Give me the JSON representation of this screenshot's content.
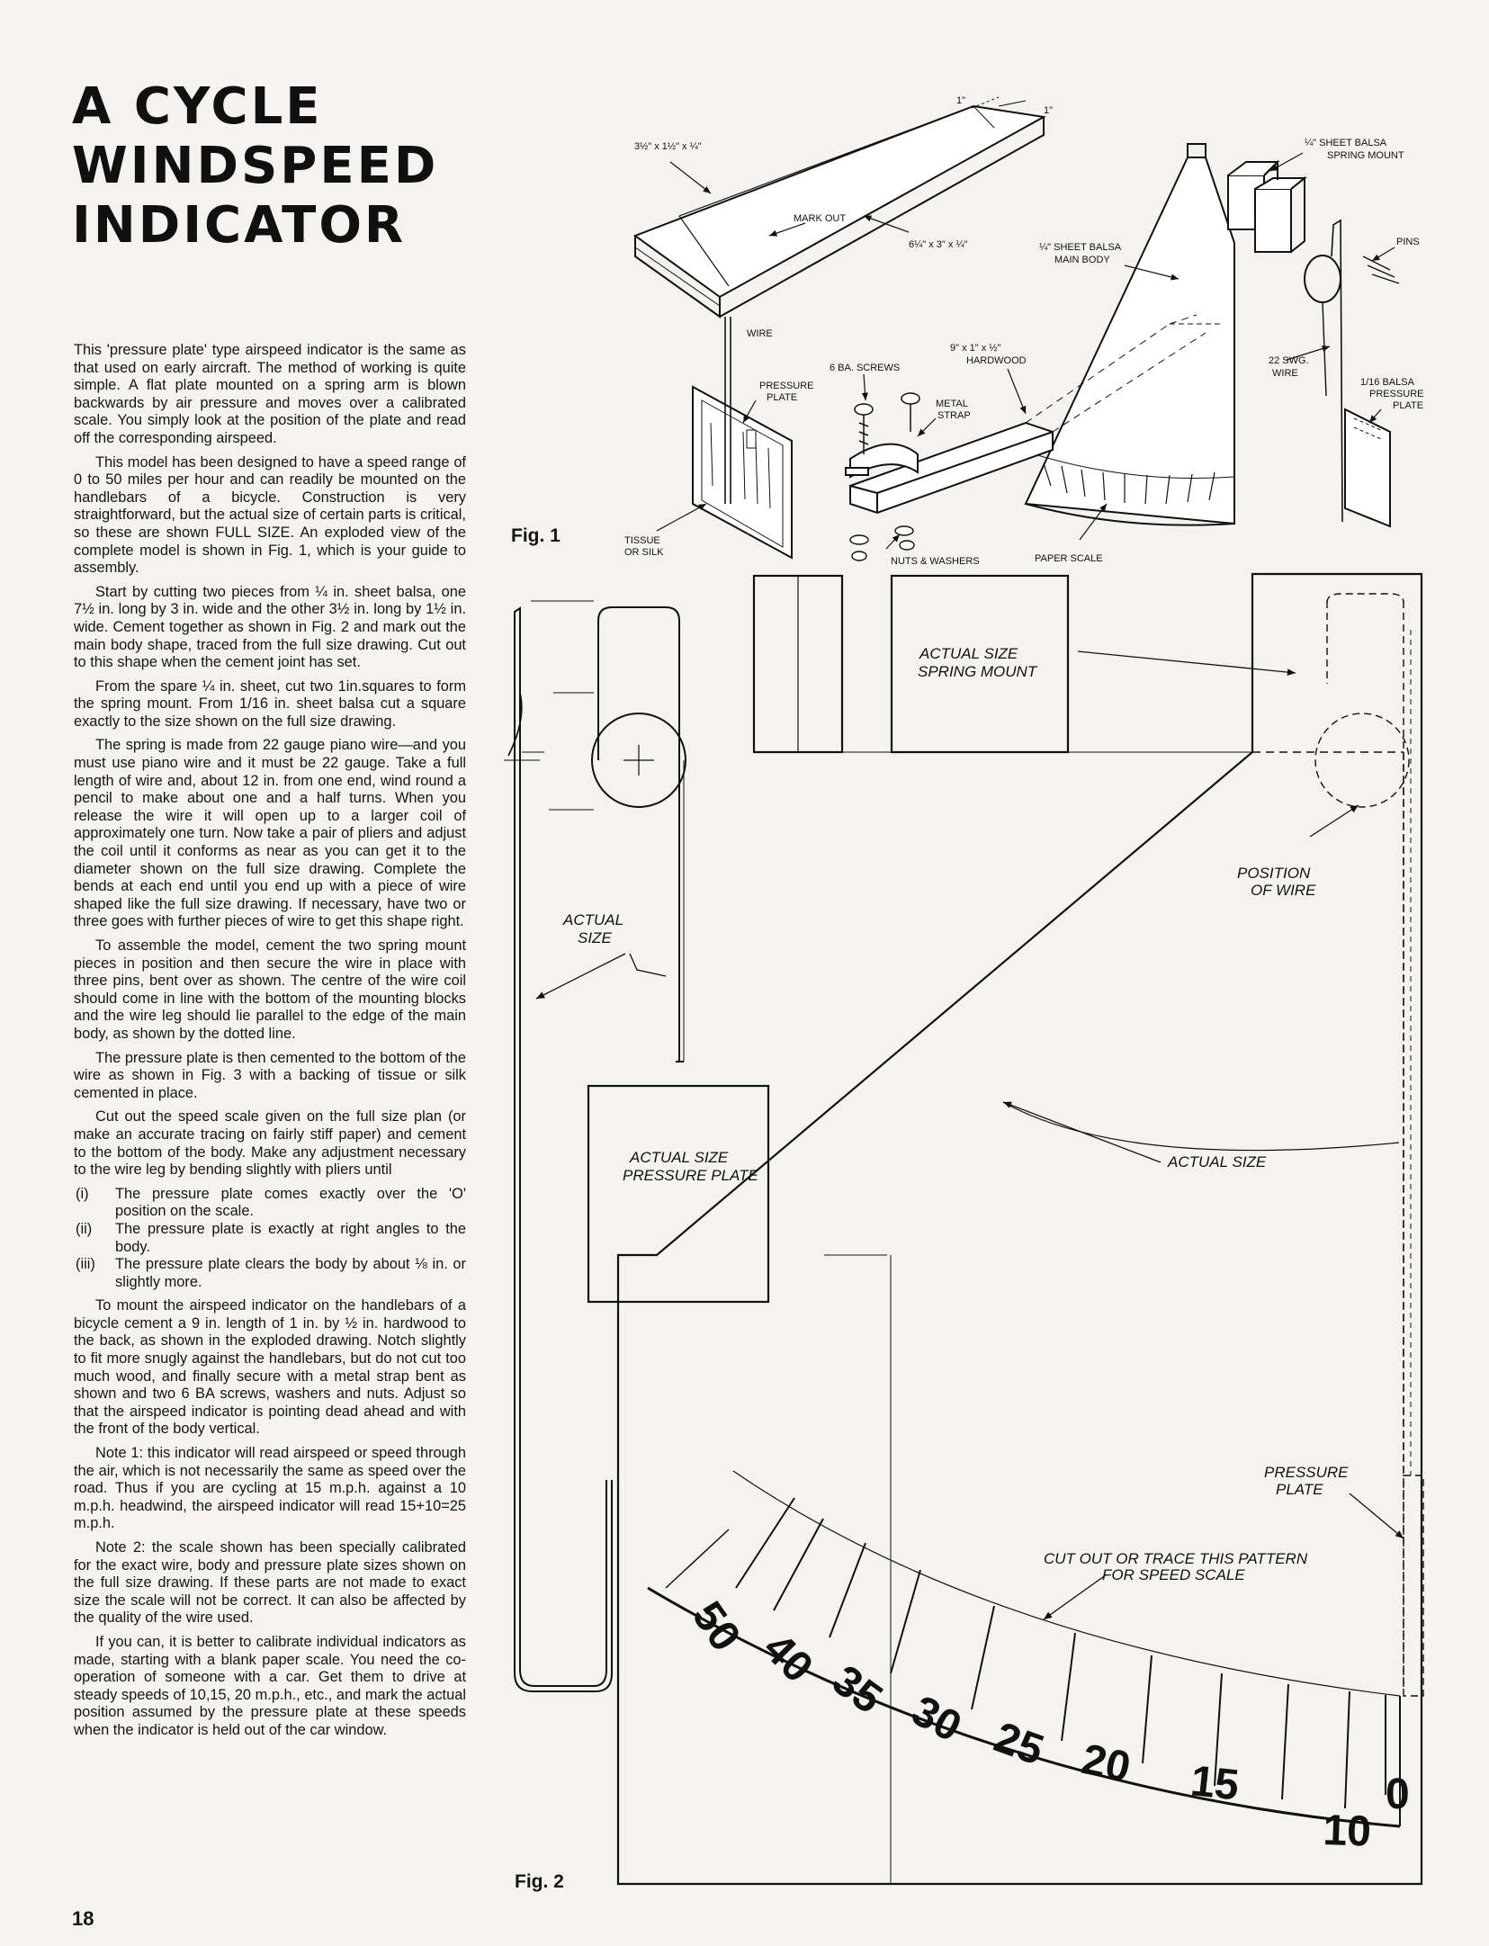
{
  "title": [
    "A CYCLE",
    "WINDSPEED",
    "INDICATOR"
  ],
  "page_number": "18",
  "article": {
    "paragraphs": [
      "This 'pressure plate' type airspeed indicator is the same as that used on early aircraft. The method of working is quite simple. A flat plate mounted on a spring arm is blown backwards by air pressure and moves over a calibrated scale. You simply look at the position of the plate and read off the corresponding airspeed.",
      "This model has been designed to have a speed range of 0 to 50 miles per hour and can readily be mounted on the handlebars of a bicycle. Construction is very straightforward, but the actual size of certain parts is critical, so these are shown FULL SIZE. An exploded view of the complete model is shown in Fig. 1, which is your guide to assembly.",
      "Start by cutting two pieces from ¼ in. sheet balsa, one 7½ in. long by 3 in. wide and the other 3½ in. long by 1½ in. wide. Cement together as shown in Fig. 2 and mark out the main body shape, traced from the full size drawing. Cut out to this shape when the cement joint has set.",
      "From the spare ¼ in. sheet, cut two 1in.squares to form the spring mount. From 1/16 in. sheet balsa cut a square exactly to the size shown on the full size drawing.",
      "The spring is made from 22 gauge piano wire—and you must use piano wire and it must be 22 gauge. Take a full length of wire and, about 12 in. from one end, wind round a pencil to make about one and a half turns. When you release the wire it will open up to a larger coil of approximately one turn. Now take a pair of pliers and adjust the coil until it conforms as near as you can get it to the diameter shown on the full size drawing. Complete the bends at each end until you end up with a piece of wire shaped like the full size drawing. If necessary, have two or three goes with further pieces of wire to get this shape right.",
      "To assemble the model, cement the two spring mount pieces in position and then secure the wire in place with three pins, bent over as shown. The centre of the wire coil should come in line with the bottom of the mounting blocks and the wire leg should lie parallel to the edge of the main body, as shown by the dotted line.",
      "The pressure plate is then cemented to the bottom of the wire as shown in Fig. 3 with a backing of tissue or silk cemented in place.",
      "Cut out the speed scale given on the full size plan (or make an accurate tracing on fairly stiff paper) and cement to the bottom of the body. Make any adjustment necessary to the wire leg by bending slightly with pliers until"
    ],
    "list": [
      {
        "num": "(i)",
        "text": "The pressure plate comes exactly over the 'O' position on the scale."
      },
      {
        "num": "(ii)",
        "text": "The pressure plate is exactly at right angles to the body."
      },
      {
        "num": "(iii)",
        "text": "The pressure plate clears the body by about ⅛ in. or slightly more."
      }
    ],
    "paragraphs2": [
      "To mount the airspeed indicator on the handlebars of a bicycle cement a 9 in. length of 1 in. by ½ in. hardwood to the back, as shown in the exploded drawing. Notch slightly to fit more snugly against the handlebars, but do not cut too much wood, and finally secure with a metal strap bent as shown and two 6 BA screws, washers and nuts. Adjust so that the airspeed indicator is pointing dead ahead and with the front of the body vertical.",
      "Note 1: this indicator will read airspeed or speed through the air, which is not necessarily the same as speed over the road. Thus if you are cycling at 15 m.p.h. against a 10 m.p.h. headwind, the airspeed indicator will read 15+10=25 m.p.h.",
      "Note 2: the scale shown has been specially calibrated for the exact wire, body and pressure plate sizes shown on the full size drawing. If these parts are not made to exact size the scale will not be correct. It can also be affected by the quality of the wire used.",
      "If you can, it is better to calibrate individual indicators as made, starting with a blank paper scale. You need the co-operation of someone with a car. Get them to drive at steady speeds of 10,15, 20 m.p.h., etc., and mark the actual position assumed by the pressure plate at these speeds when the indicator is held out of the car window."
    ]
  },
  "fig1": {
    "label": "Fig. 1",
    "labels": {
      "dim_blank": "3½\" x 1½\" x ¼\"",
      "dim_1in": "1\"",
      "dim_1in_b": "1\"",
      "mark_out": "MARK OUT",
      "dim_body": "6¼\" x 3\" x ¼\"",
      "main_body_1": "¼\" SHEET BALSA",
      "main_body_2": "MAIN BODY",
      "spring_mount_1": "¼\" SHEET BALSA",
      "spring_mount_2": "SPRING MOUNT",
      "pins": "PINS",
      "wire": "WIRE",
      "pressure_plate_1": "PRESSURE",
      "pressure_plate_2": "PLATE",
      "ba_screws": "6 BA. SCREWS",
      "hardwood_1": "9\" x 1\" x ½\"",
      "hardwood_2": "HARDWOOD",
      "metal_strap_1": "METAL",
      "metal_strap_2": "STRAP",
      "swg_1": "22 SWG.",
      "swg_2": "WIRE",
      "balsa_pp_1": "1/16 BALSA",
      "balsa_pp_2": "PRESSURE",
      "balsa_pp_3": "PLATE",
      "tissue_1": "TISSUE",
      "tissue_2": "OR SILK",
      "nuts": "NUTS & WASHERS",
      "paper_scale": "PAPER SCALE"
    }
  },
  "fig2": {
    "label": "Fig. 2",
    "labels": {
      "spring_mount_1": "ACTUAL SIZE",
      "spring_mount_2": "SPRING MOUNT",
      "wire_1": "ACTUAL",
      "wire_2": "SIZE",
      "position_wire_1": "POSITION",
      "position_wire_2": "OF WIRE",
      "actual_size": "ACTUAL SIZE",
      "pressure_plate_1": "ACTUAL SIZE",
      "pressure_plate_2": "PRESSURE PLATE",
      "pp_1": "PRESSURE",
      "pp_2": "PLATE",
      "cutout_1": "CUT OUT OR TRACE THIS PATTERN",
      "cutout_2": "FOR SPEED SCALE"
    },
    "scale_numbers": [
      "50",
      "40",
      "35",
      "30",
      "25",
      "20",
      "15",
      "10",
      "0"
    ]
  }
}
